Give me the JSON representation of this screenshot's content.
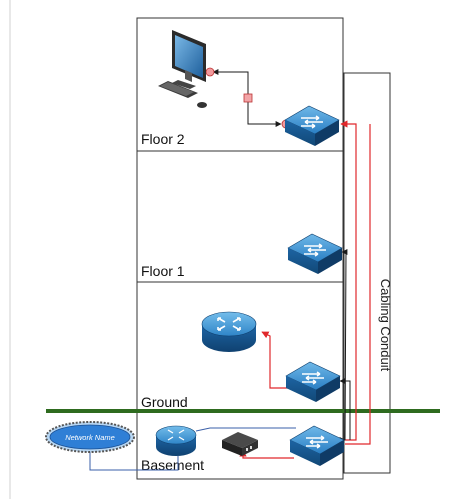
{
  "floors": {
    "floor2": "Floor 2",
    "floor1": "Floor 1",
    "ground": "Ground",
    "basement": "Basement"
  },
  "conduit_label": "Cabling Conduit",
  "cloud_label": "Network Name",
  "colors": {
    "ground_line": "#2e6b1f",
    "cable_red": "#e0282c",
    "cable_black": "#1a1a1a",
    "cable_blue": "#3a5fa8",
    "device_blue": "#1f6fb0",
    "device_blue_light": "#4da3dc",
    "building_border": "#333333"
  }
}
